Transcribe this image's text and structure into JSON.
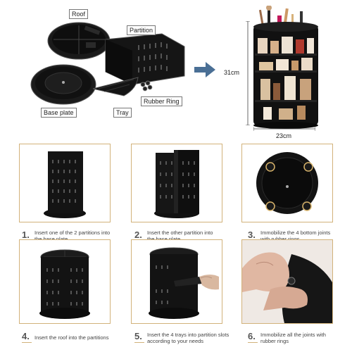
{
  "top": {
    "labels": {
      "roof": "Roof",
      "partition": "Partition",
      "base_plate": "Base plate",
      "tray": "Tray",
      "rubber_ring": "Rubber Ring"
    },
    "dimensions": {
      "height": "31cm",
      "width": "23cm"
    }
  },
  "steps": [
    {
      "number": "1.",
      "text_line1": "Insert one of the 2 partitions into",
      "text_line2": "the base plate"
    },
    {
      "number": "2.",
      "text_line1": "Insert the other partition into",
      "text_line2": "the base plate"
    },
    {
      "number": "3.",
      "text_line1": "Immobilize the 4 bottom joints",
      "text_line2": "with rubber rings"
    },
    {
      "number": "4.",
      "text_line1": "Insert the roof into the partitions",
      "text_line2": ""
    },
    {
      "number": "5.",
      "text_line1": "Insert the 4 trays into partition slots",
      "text_line2": "according to your needs"
    },
    {
      "number": "6.",
      "text_line1": "Immobilize all the joints with",
      "text_line2": "rubber rings"
    }
  ],
  "colors": {
    "frame_border": "#d2b27a",
    "product": "#111111",
    "arrow": "#4a6f95"
  }
}
